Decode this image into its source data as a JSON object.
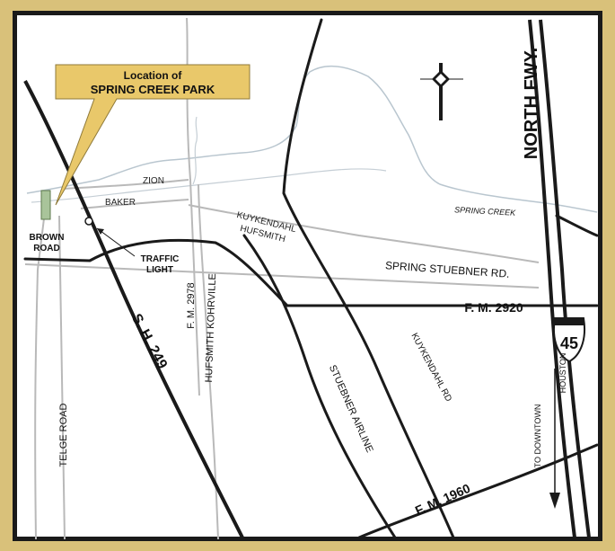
{
  "callout": {
    "line1": "Location of",
    "line2": "SPRING CREEK PARK"
  },
  "roads": {
    "north_fwy": "NORTH FWY.",
    "interstate": "45",
    "spring_stuebner": "SPRING STUEBNER RD.",
    "fm2920": "F. M. 2920",
    "fm1960": "F. M. 1960",
    "sh249": "S. H. 249",
    "fm2978": "F. M. 2978",
    "hufsmith_kohrville": "HUFSMITH KOHRVILLE",
    "kuykendahl_hufsmith_1": "KUYKENDAHL",
    "kuykendahl_hufsmith_2": "HUFSMITH",
    "kuykendahl_rd": "KUYKENDAHL RD",
    "stuebner_airline": "STUEBNER AIRLINE",
    "telge": "TELGE ROAD",
    "brown_1": "BROWN",
    "brown_2": "ROAD",
    "zion": "ZION",
    "baker": "BAKER"
  },
  "features": {
    "spring_creek": "SPRING CREEK",
    "traffic_1": "TRAFFIC",
    "traffic_2": "LIGHT",
    "downtown_1": "TO DOWNTOWN",
    "downtown_2": "HOUSTON"
  },
  "colors": {
    "frame_outer": "#d9c17a",
    "frame_inner": "#1a1a1a",
    "callout_fill": "#e9c86a",
    "park_fill": "#a9c49a",
    "creek": "#b9c6cf",
    "minor_road": "#b9b9b9"
  },
  "icons": {
    "north_arrow": "compass-star-icon",
    "shield": "interstate-shield-icon"
  }
}
